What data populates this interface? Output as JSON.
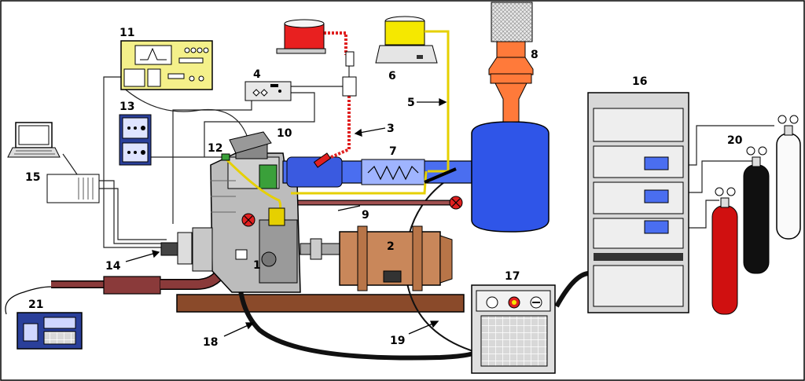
{
  "labels": {
    "l1": "1",
    "l2": "2",
    "l3": "3",
    "l4": "4",
    "l5": "5",
    "l6": "6",
    "l7": "7",
    "l8": "8",
    "l9": "9",
    "l10": "10",
    "l11": "11",
    "l12": "12",
    "l13": "13",
    "l14": "14",
    "l15": "15",
    "l16": "16",
    "l17": "17",
    "l18": "18",
    "l19": "19",
    "l20": "20",
    "l21": "21"
  },
  "colors": {
    "exhaust_blue": "#2f55e8",
    "exhaust_pipe": "#4a6ef0",
    "dynamometer": "#c9875a",
    "base_plate": "#8a4a2a",
    "intake_pipe": "#8a3a3a",
    "stack": "#ff7a3a",
    "fuel_red": "#e82020",
    "fuel_yellow": "#f5e800",
    "yellow_line": "#e6d000",
    "cylinder_red": "#d01010",
    "cylinder_black": "#101010",
    "panel_blue": "#2a3f9a",
    "monitor_yellow": "#f4f08a"
  }
}
